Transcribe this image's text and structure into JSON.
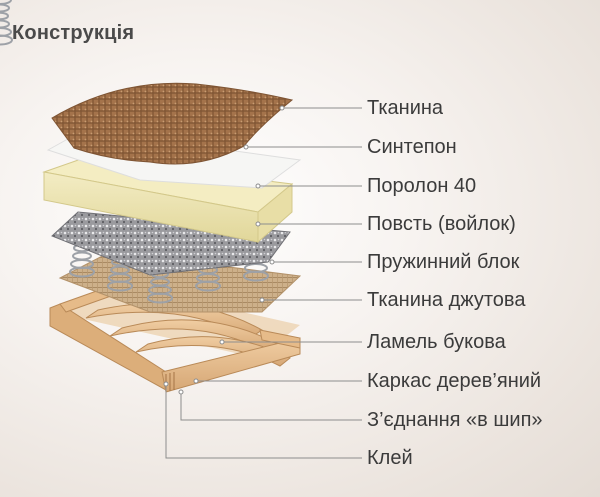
{
  "title": "Конструкція",
  "layers": [
    {
      "label": "Тканина"
    },
    {
      "label": "Синтепон"
    },
    {
      "label": "Поролон 40"
    },
    {
      "label": "Повсть (войлок)"
    },
    {
      "label": "Пружинний блок"
    },
    {
      "label": "Тканина джутова"
    },
    {
      "label": "Ламель букова"
    },
    {
      "label": "Каркас дерев’яний"
    },
    {
      "label": "З’єднання «в шип»"
    },
    {
      "label": "Клей"
    }
  ],
  "colors": {
    "fabric": "#a5734a",
    "synthepon": "#f4f4f2",
    "foam": "#efe7b4",
    "felt": "#8f8f93",
    "spring": "#b9bcc1",
    "jute": "#c8a77d",
    "wood": "#e3b98a",
    "leader": "#8d8d8d"
  }
}
